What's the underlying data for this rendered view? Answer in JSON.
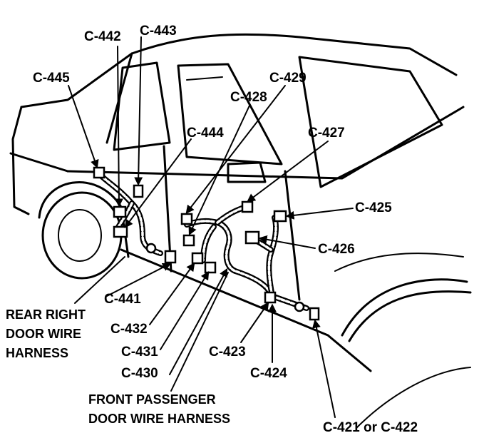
{
  "labels": {
    "c442": "C-442",
    "c443": "C-443",
    "c445": "C-445",
    "c429": "C-429",
    "c428": "C-428",
    "c444": "C-444",
    "c427": "C-427",
    "c425": "C-425",
    "c426": "C-426",
    "c441": "C-441",
    "c432": "C-432",
    "c431": "C-431",
    "c430": "C-430",
    "c423": "C-423",
    "c424": "C-424",
    "c421_422": "C-421 or C-422"
  },
  "captions": {
    "rear_line1": "REAR RIGHT",
    "rear_line2": "DOOR WIRE",
    "rear_line3": "HARNESS",
    "front_line1": "FRONT PASSENGER",
    "front_line2": "DOOR WIRE HARNESS"
  }
}
